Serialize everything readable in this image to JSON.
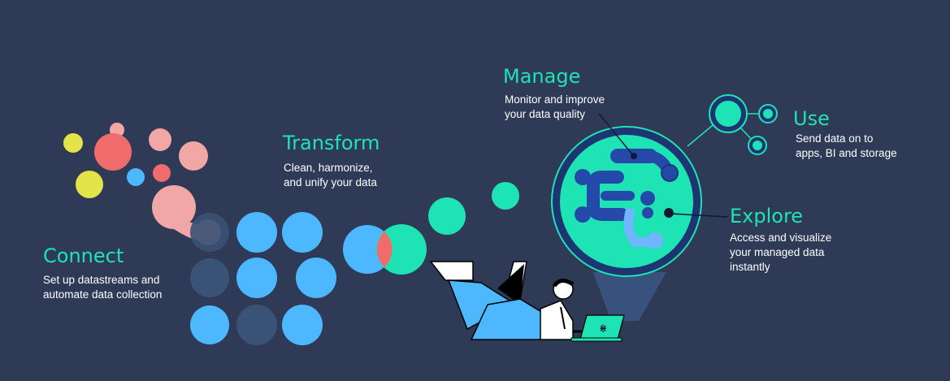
{
  "stages": {
    "connect": {
      "title": "Connect",
      "line1": "Set up datastreams and",
      "line2": "automate data collection",
      "line3": ""
    },
    "transform": {
      "title": "Transform",
      "line1": "Clean, harmonize,",
      "line2": "and unify your data",
      "line3": ""
    },
    "manage": {
      "title": "Manage",
      "line1": "Monitor and improve",
      "line2": "your data quality",
      "line3": ""
    },
    "use": {
      "title": "Use",
      "line1": "Send data on to",
      "line2": "apps, BI and storage",
      "line3": ""
    },
    "explore": {
      "title": "Explore",
      "line1": "Access and visualize",
      "line2": "your managed data",
      "line3": "instantly"
    }
  },
  "colors": {
    "background": "#2f3a57",
    "accent_teal": "#1ee3b5",
    "blue": "#4db8ff",
    "dark_blue": "#3a5275",
    "coral": "#f06b6b",
    "pink": "#f2a7a7",
    "yellow": "#e3e34a",
    "navy": "#2549a8"
  },
  "icons": [
    "person-with-laptop-illustration",
    "laptop-icon",
    "data-network-globe-icon"
  ]
}
